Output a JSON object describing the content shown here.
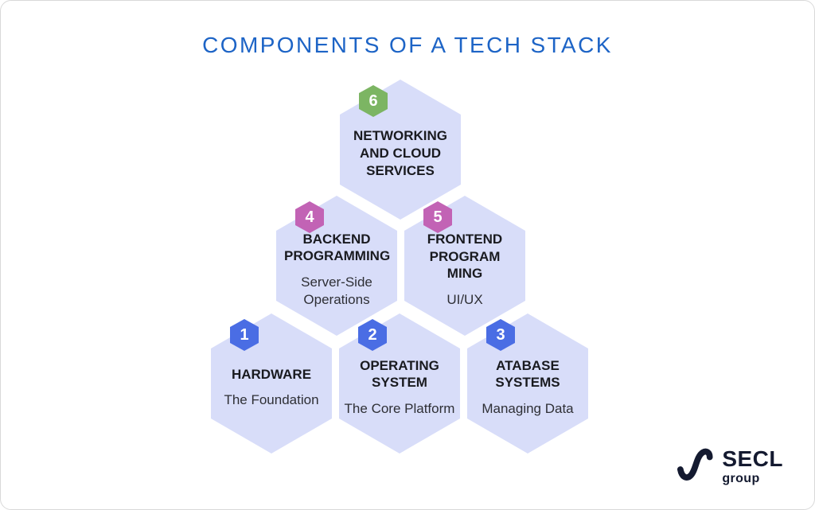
{
  "title": "COMPONENTS OF A TECH STACK",
  "colors": {
    "title_blue": "#1d64c6",
    "hexagon_fill": "#d8ddf9",
    "heading_text": "#191a1f",
    "subheading_text": "#2e2f35",
    "badge_blue": "#4a6de4",
    "badge_pink": "#c263b5",
    "badge_green": "#7cb563",
    "logo_navy": "#141a30",
    "card_border": "#d9d9d9"
  },
  "hexagons": [
    {
      "number": "1",
      "badge_color": "#4a6de4",
      "heading": "HARDWARE",
      "subheading": "The Foundation"
    },
    {
      "number": "2",
      "badge_color": "#4a6de4",
      "heading": "OPERATING SYSTEM",
      "subheading": "The Core Platform"
    },
    {
      "number": "3",
      "badge_color": "#4a6de4",
      "heading": "ATABASE SYSTEMS",
      "subheading": "Managing Data"
    },
    {
      "number": "4",
      "badge_color": "#c263b5",
      "heading": "BACKEND PROGRAMMING",
      "subheading": "Server-Side Operations"
    },
    {
      "number": "5",
      "badge_color": "#c263b5",
      "heading": "FRONTEND PROGRAM MING",
      "subheading": "UI/UX"
    },
    {
      "number": "6",
      "badge_color": "#7cb563",
      "heading": "NETWORKING AND CLOUD SERVICES",
      "subheading": ""
    }
  ],
  "logo": {
    "brand": "SECL",
    "sub": "group",
    "icon": "swoosh-checkmark-icon"
  }
}
